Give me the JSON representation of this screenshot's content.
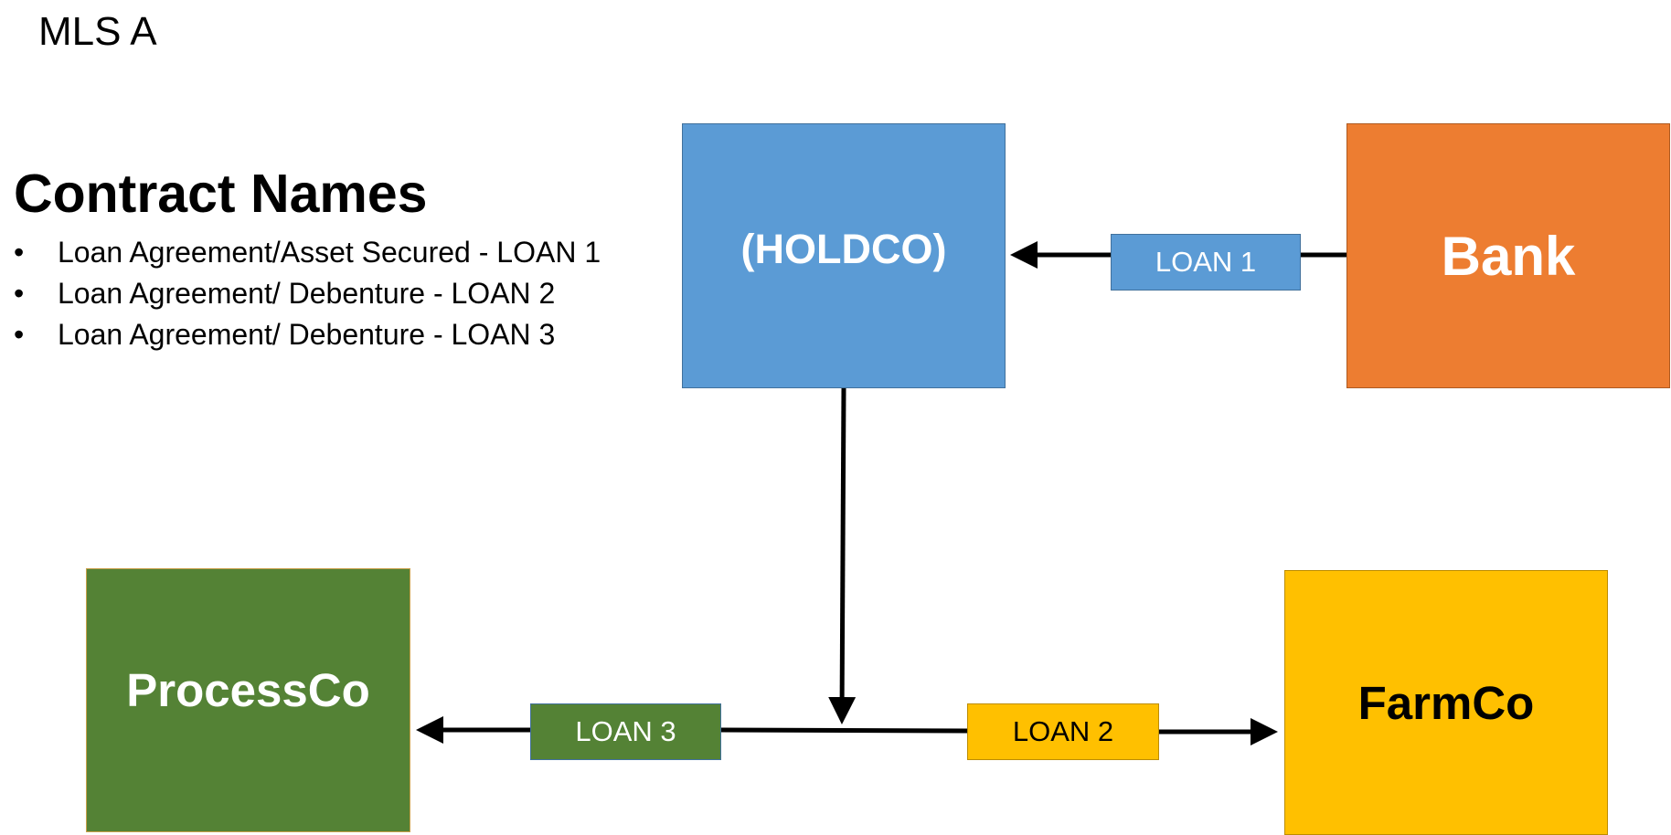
{
  "slide_label": "MLS A",
  "contract_names": {
    "heading": "Contract Names",
    "items": [
      "Loan Agreement/Asset Secured - LOAN 1",
      "Loan Agreement/ Debenture - LOAN 2",
      "Loan Agreement/ Debenture - LOAN 3"
    ]
  },
  "entities": {
    "holdco": {
      "label": "(HOLDCO)",
      "color": "#5b9bd5"
    },
    "bank": {
      "label": "Bank",
      "color": "#ed7d31"
    },
    "processco": {
      "label": "ProcessCo",
      "color": "#548235"
    },
    "farmco": {
      "label": "FarmCo",
      "color": "#ffc000"
    }
  },
  "loans": {
    "loan1": {
      "label": "LOAN 1",
      "from": "Bank",
      "to": "(HOLDCO)"
    },
    "loan2": {
      "label": "LOAN 2",
      "from": "(HOLDCO)",
      "to": "FarmCo"
    },
    "loan3": {
      "label": "LOAN 3",
      "from": "(HOLDCO)",
      "to": "ProcessCo"
    }
  }
}
